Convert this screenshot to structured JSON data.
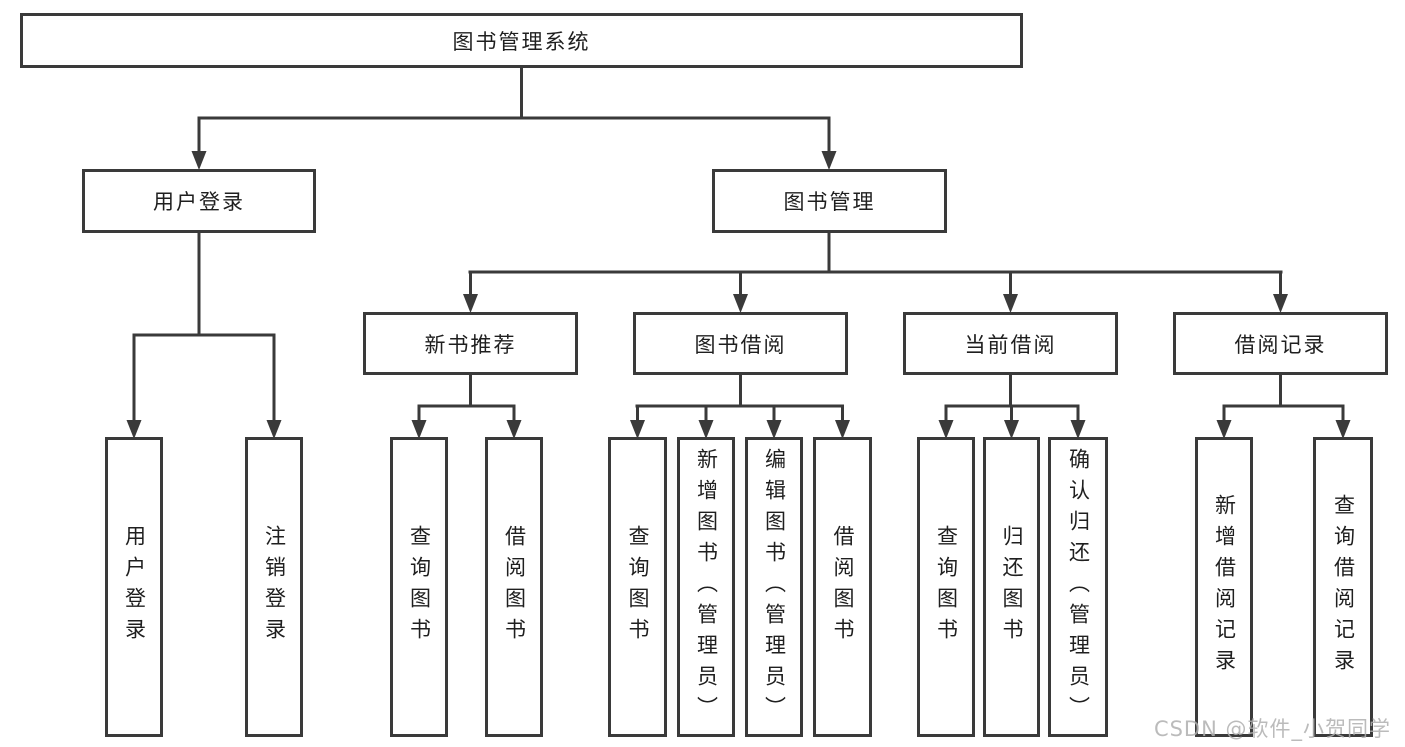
{
  "colors": {
    "line": "#3a3a3a",
    "text": "#1f1f1f",
    "watermark": "#b0b0b0",
    "box_background": "#ffffff",
    "background": "#ffffff"
  },
  "tree": {
    "label": "图书管理系统",
    "children": [
      {
        "label": "用户登录",
        "children": [
          {
            "label": "用户登录"
          },
          {
            "label": "注销登录"
          }
        ]
      },
      {
        "label": "图书管理",
        "children": [
          {
            "label": "新书推荐",
            "children": [
              {
                "label": "查询图书"
              },
              {
                "label": "借阅图书"
              }
            ]
          },
          {
            "label": "图书借阅",
            "children": [
              {
                "label": "查询图书"
              },
              {
                "label": "新增图书（管理员）"
              },
              {
                "label": "编辑图书（管理员）"
              },
              {
                "label": "借阅图书"
              }
            ]
          },
          {
            "label": "当前借阅",
            "children": [
              {
                "label": "查询图书"
              },
              {
                "label": "归还图书"
              },
              {
                "label": "确认归还（管理员）"
              }
            ]
          },
          {
            "label": "借阅记录",
            "children": [
              {
                "label": "新增借阅记录"
              },
              {
                "label": "查询借阅记录"
              }
            ]
          }
        ]
      }
    ]
  },
  "watermark": {
    "text": "CSDN @软件_小贺同学"
  }
}
